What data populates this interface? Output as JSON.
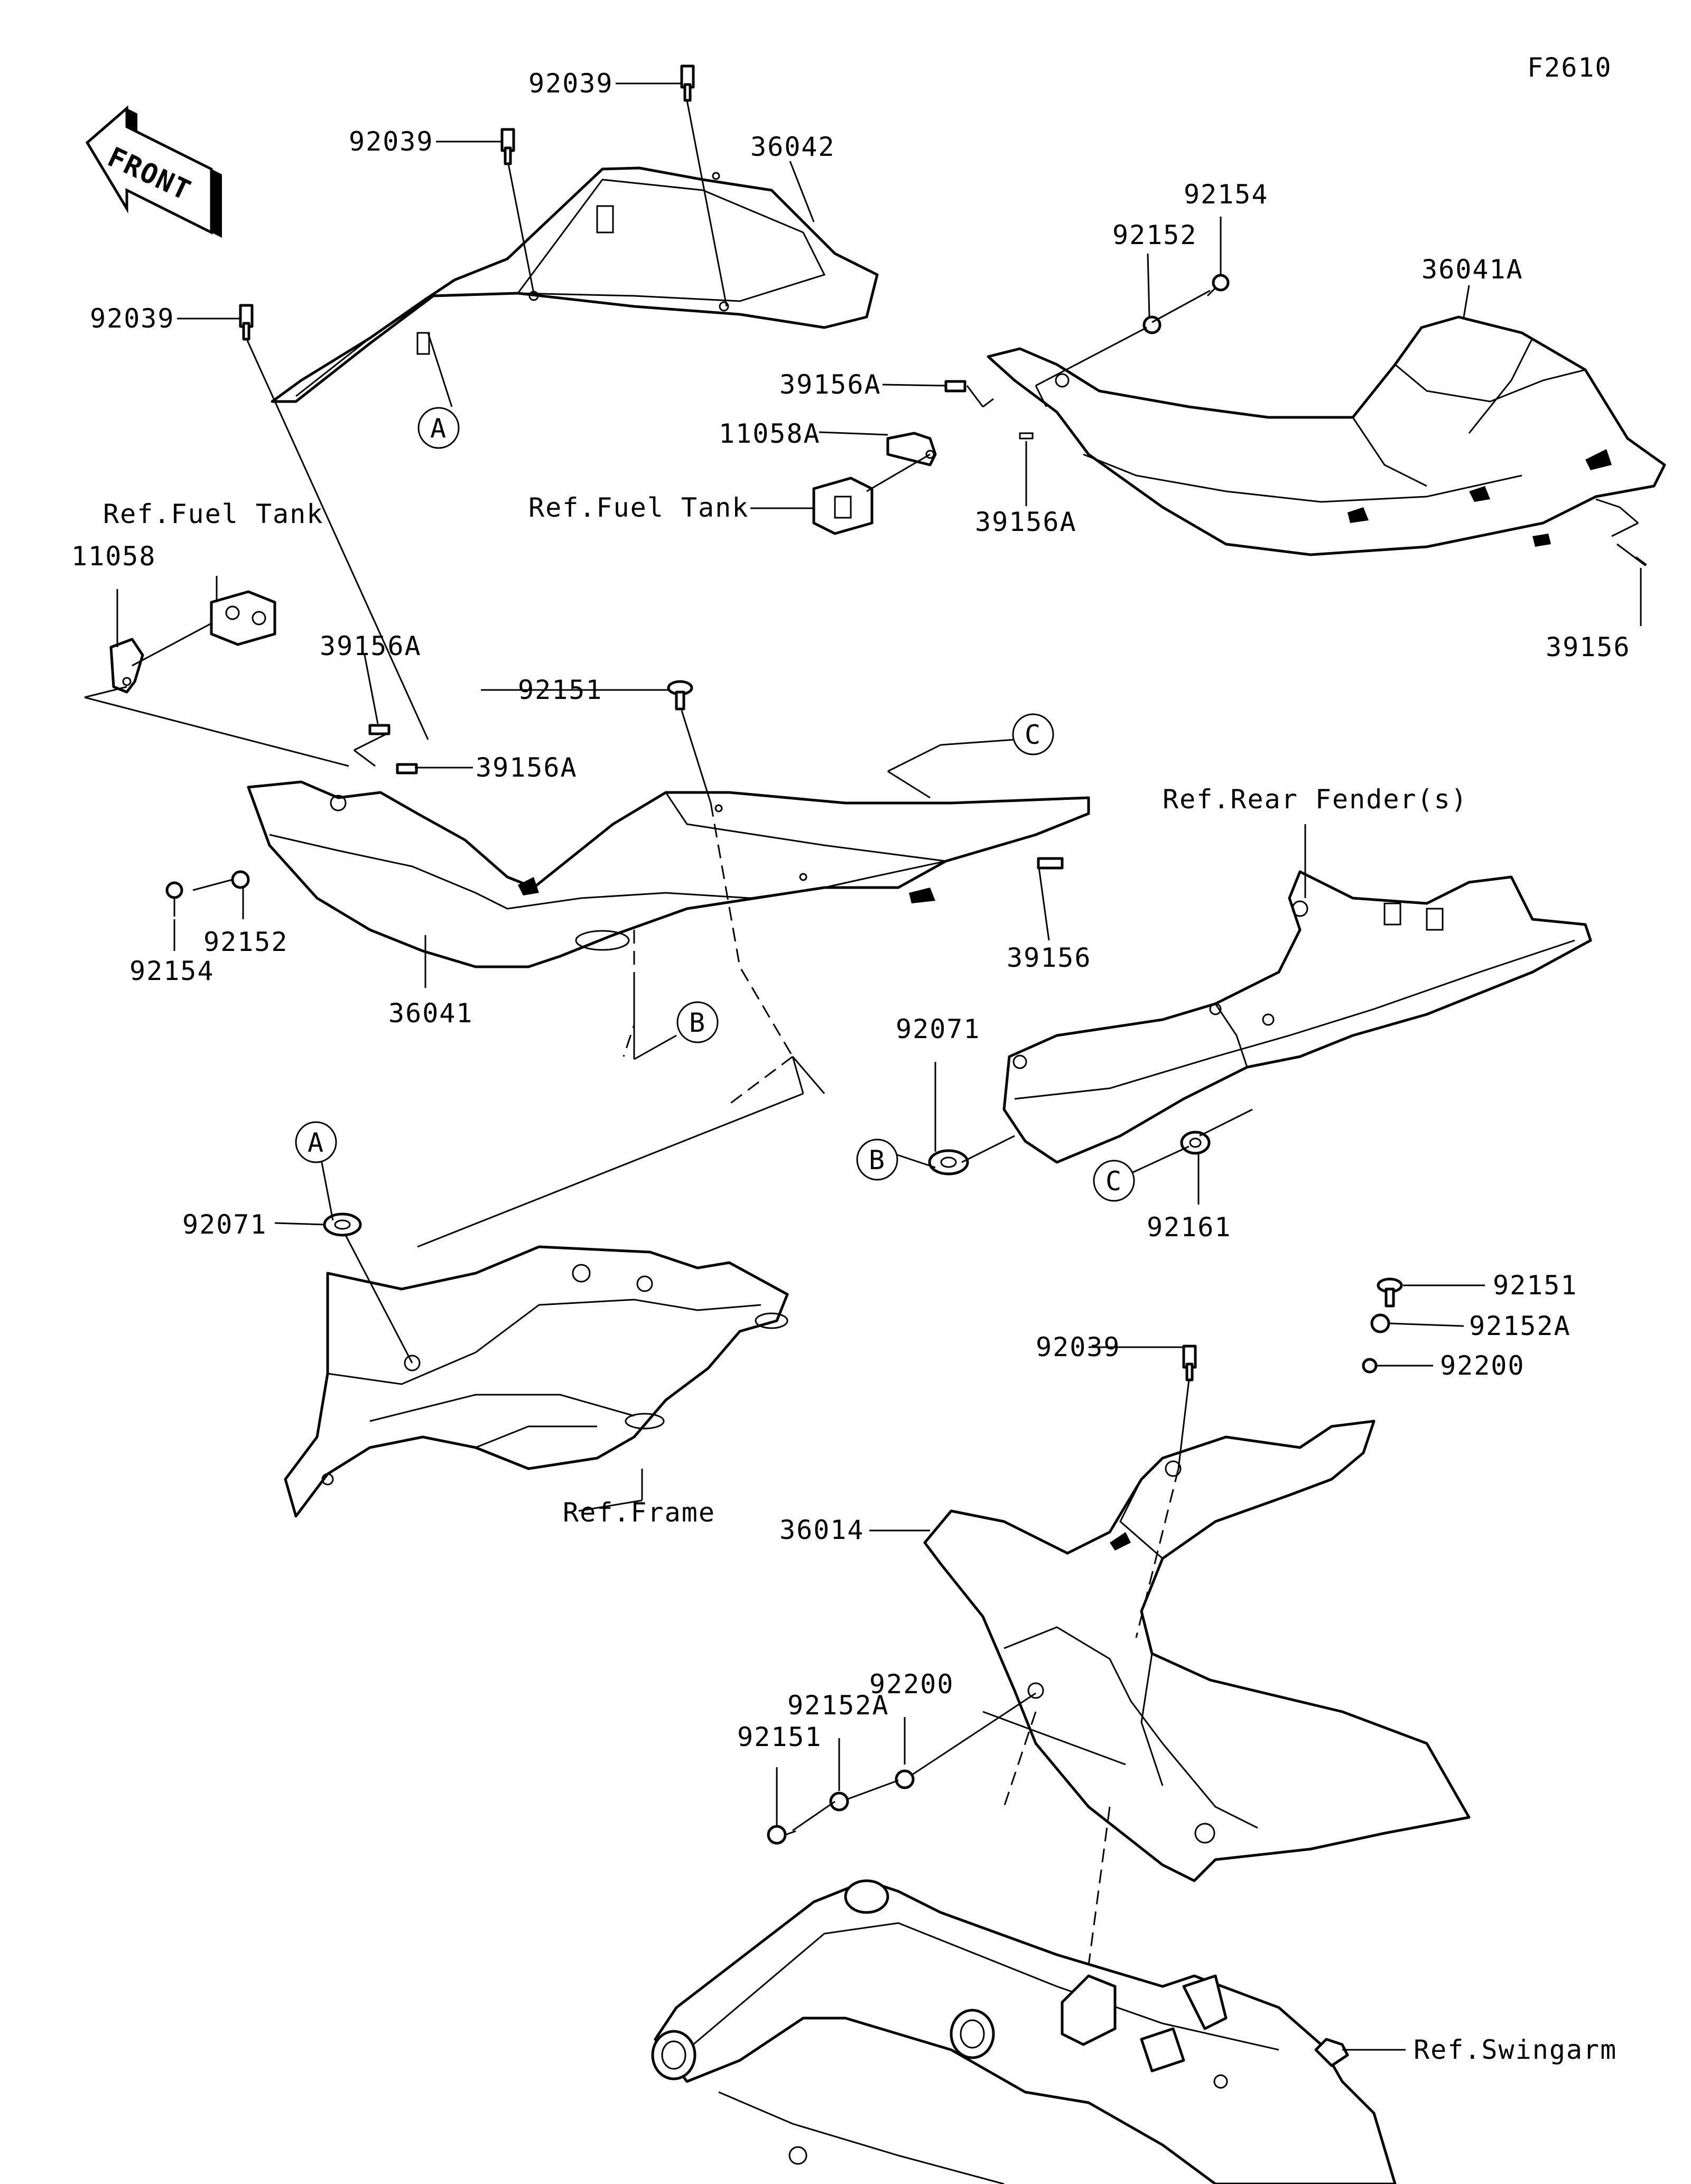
{
  "figure_code": "F2610",
  "front_label": "FRONT",
  "parts": {
    "p92039_top": "92039",
    "p92039_mid": "92039",
    "p92039_left": "92039",
    "p36042": "36042",
    "p92154_r": "92154",
    "p92152_r": "92152",
    "p36041A": "36041A",
    "p39156A_r1": "39156A",
    "p11058A": "11058A",
    "p39156A_r2": "39156A",
    "p39156_r": "39156",
    "p11058": "11058",
    "p39156A_l1": "39156A",
    "p39156A_l2": "39156A",
    "p92151_c": "92151",
    "p92152_l": "92152",
    "p92154_l": "92154",
    "p36041": "36041",
    "p39156_c": "39156",
    "p92071_r": "92071",
    "p92161": "92161",
    "p92071_l": "92071",
    "p92151_br": "92151",
    "p92152A_br": "92152A",
    "p92200_br": "92200",
    "p92039_b": "92039",
    "p36014": "36014",
    "p92200_bl": "92200",
    "p92152A_bl": "92152A",
    "p92151_bl": "92151"
  },
  "refs": {
    "fuel_tank_left": "Ref.Fuel Tank",
    "fuel_tank_right": "Ref.Fuel Tank",
    "rear_fenders": "Ref.Rear Fender(s)",
    "frame": "Ref.Frame",
    "swingarm": "Ref.Swingarm"
  },
  "callouts": {
    "a_top": "A",
    "a_bottom": "A",
    "b_top": "B",
    "b_bottom": "B",
    "c_top": "C",
    "c_bottom": "C"
  }
}
